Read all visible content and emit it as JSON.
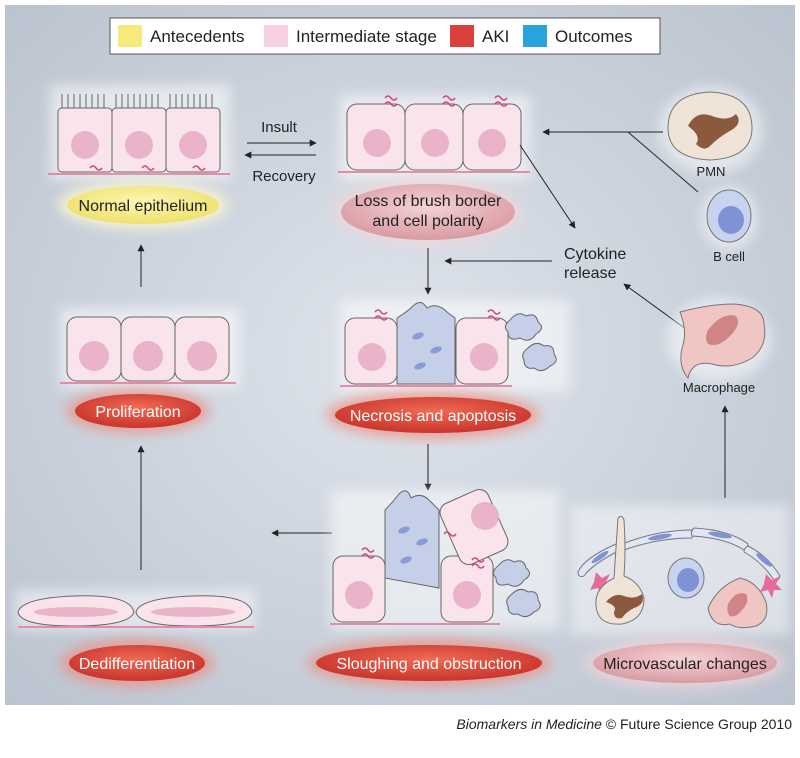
{
  "legend": {
    "items": [
      {
        "label": "Antecedents",
        "color": "#f6ea7d"
      },
      {
        "label": "Intermediate stage",
        "color": "#f6cfe0"
      },
      {
        "label": "AKI",
        "color": "#d9413a"
      },
      {
        "label": "Outcomes",
        "color": "#2aa3dd"
      }
    ]
  },
  "stages": {
    "normal": "Normal epithelium",
    "loss_line1": "Loss of brush border",
    "loss_line2": "and cell polarity",
    "necrosis": "Necrosis and apoptosis",
    "proliferation": "Proliferation",
    "sloughing": "Sloughing and obstruction",
    "dediff": "Dedifferentiation",
    "microvascular": "Microvascular changes"
  },
  "arrows": {
    "insult": "Insult",
    "recovery": "Recovery",
    "cytokine_line1": "Cytokine",
    "cytokine_line2": "release"
  },
  "cells": {
    "pmn": "PMN",
    "bcell": "B cell",
    "macrophage": "Macrophage"
  },
  "credit": {
    "journal": "Biomarkers in Medicine",
    "rest": " © Future Science Group 2010"
  }
}
